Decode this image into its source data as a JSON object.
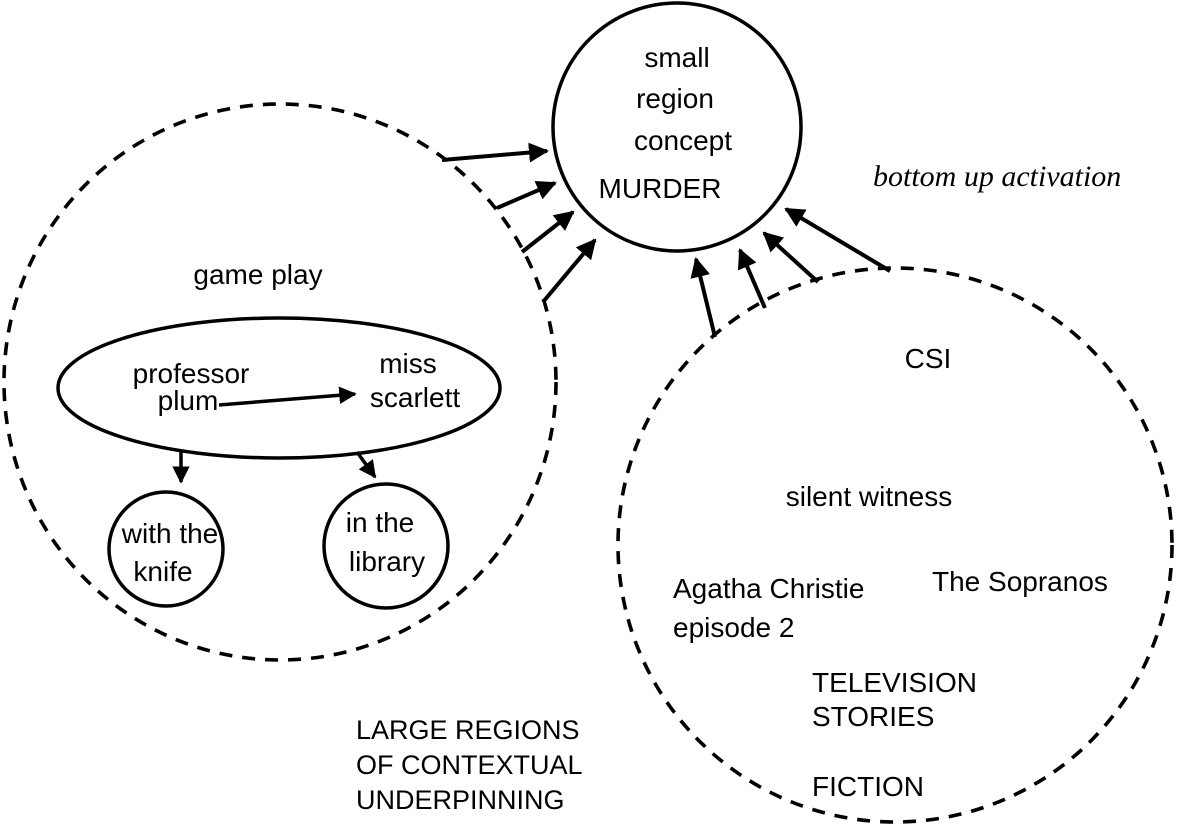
{
  "concept_node": {
    "lines": [
      "small",
      "region",
      "concept",
      "MURDER"
    ]
  },
  "annotation_label": "bottom up activation",
  "caption": {
    "lines": [
      "LARGE REGIONS",
      "OF CONTEXTUAL",
      "UNDERPINNING"
    ]
  },
  "left_region": {
    "label": "game play",
    "actor_left": {
      "lines": [
        "professor",
        "plum"
      ]
    },
    "actor_right": {
      "lines": [
        "miss",
        "scarlett"
      ]
    },
    "node_knife": {
      "lines": [
        "with the",
        "knife"
      ]
    },
    "node_library": {
      "lines": [
        "in the",
        "library"
      ]
    }
  },
  "right_region": {
    "csi": "CSI",
    "silent_witness": "silent witness",
    "agatha": {
      "lines": [
        "Agatha Christie",
        "episode 2"
      ]
    },
    "sopranos": "The Sopranos",
    "television": {
      "lines": [
        "TELEVISION",
        "STORIES"
      ]
    },
    "fiction": "FICTION"
  },
  "colors": {
    "ink": "#000000",
    "background": "#ffffff"
  }
}
